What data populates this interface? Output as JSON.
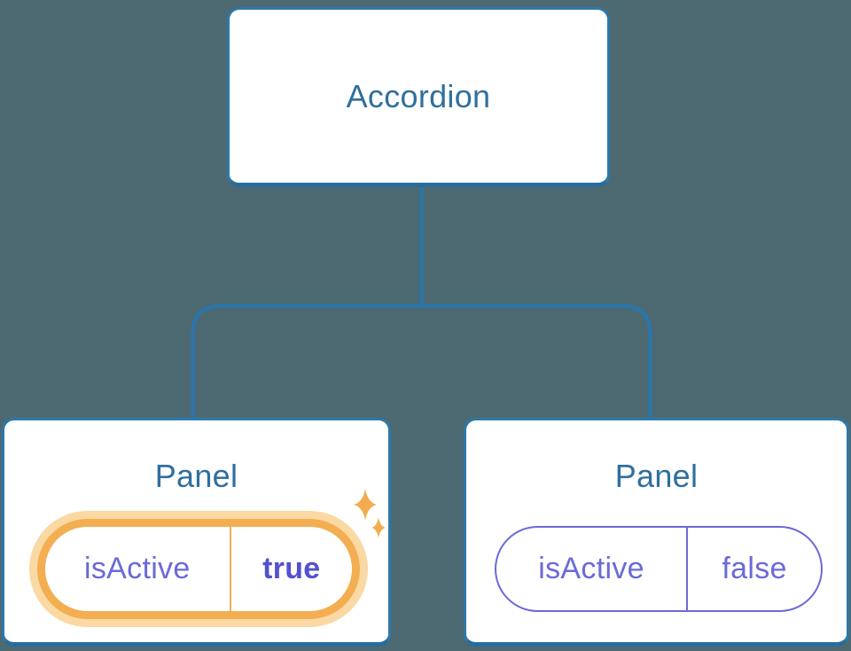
{
  "diagram": {
    "description": "Component tree: Accordion parent with two Panel children showing isActive state",
    "tree": {
      "root": {
        "label": "Accordion"
      },
      "children": [
        {
          "title": "Panel",
          "state": {
            "key": "isActive",
            "value": "true"
          },
          "highlighted": true,
          "icon": "sparkles-icon"
        },
        {
          "title": "Panel",
          "state": {
            "key": "isActive",
            "value": "false"
          },
          "highlighted": false
        }
      ]
    },
    "colors": {
      "background": "#4D6972",
      "connector_blue": "#2B76A8",
      "node_border_blue": "#2E78A8",
      "node_border_bottom_blue": "#276C9E",
      "node_title_blue": "#2F6F9E",
      "state_text_purple": "#6A6AD8",
      "state_value_purple": "#5351CE",
      "highlight_orange": "#F3AE52",
      "highlight_glow_orange": "#FAD9A2",
      "sparkle_orange": "#F2AC4F",
      "node_background": "#FFFFFF"
    }
  }
}
